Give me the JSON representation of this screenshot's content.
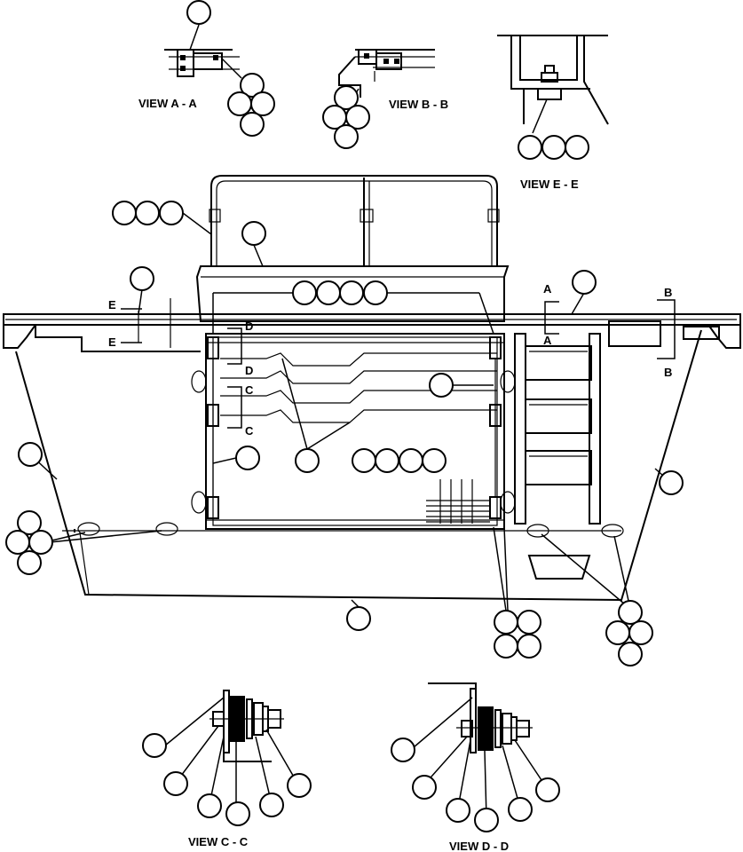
{
  "views": {
    "a": "VIEW A - A",
    "b": "VIEW B - B",
    "e": "VIEW E - E",
    "c": "VIEW C - C",
    "d": "VIEW D - D"
  },
  "section_markers": {
    "e_upper": "E",
    "e_lower": "E",
    "d_upper": "D",
    "d_lower": "D",
    "c_upper": "C",
    "c_lower": "C",
    "a_upper": "A",
    "a_lower": "A",
    "b_upper": "B",
    "b_lower": "B"
  }
}
